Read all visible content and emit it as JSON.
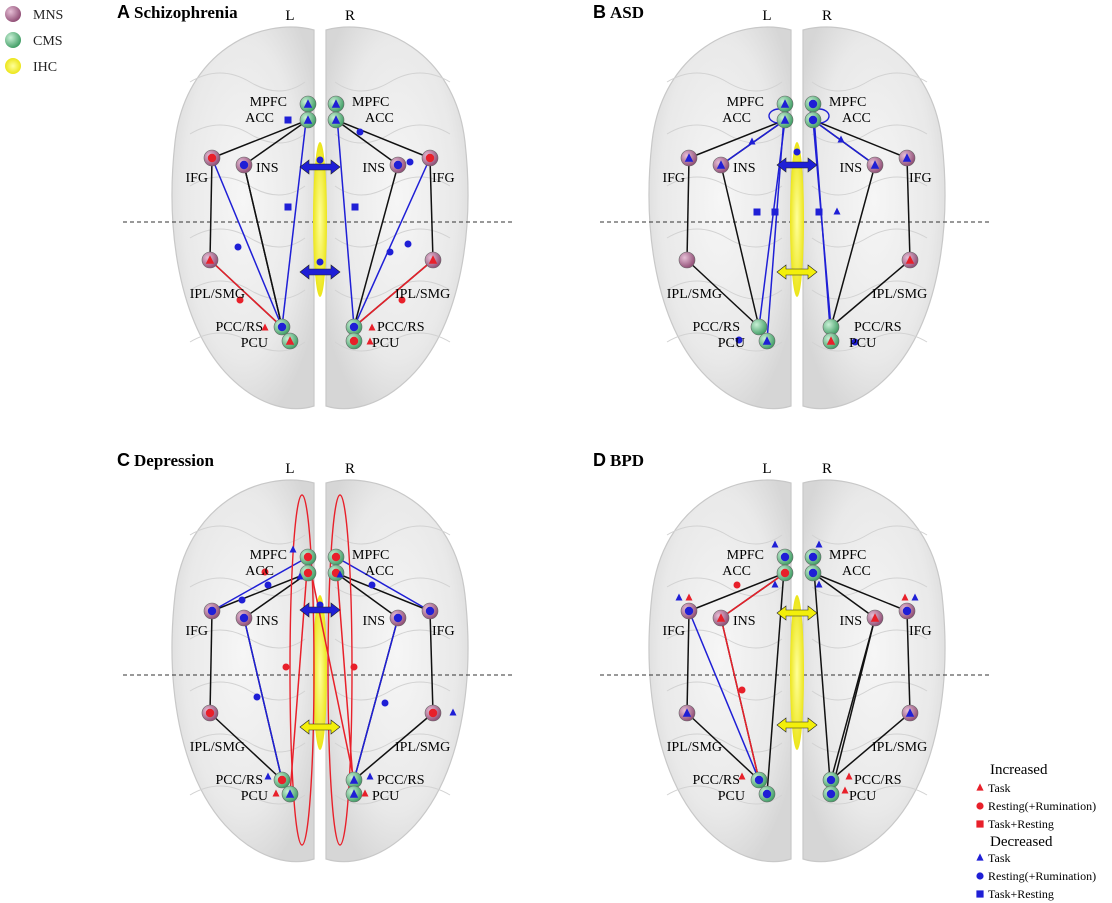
{
  "legend_top": [
    {
      "label": "MNS",
      "color": "#a8608a"
    },
    {
      "label": "CMS",
      "color": "#6fc38f"
    },
    {
      "label": "IHC",
      "color": "#f3ef0a"
    }
  ],
  "colors": {
    "mns": "#a8608a",
    "cms": "#6fc38f",
    "ihc": "#f3ef0a",
    "increased": "#e8202a",
    "decreased": "#1f1fd6",
    "neutral": "#111111"
  },
  "hemisphere_labels": {
    "left": "L",
    "right": "R"
  },
  "regions": {
    "mpfc": "MPFC",
    "acc": "ACC",
    "ifg": "IFG",
    "ins": "INS",
    "ipl": "IPL/SMG",
    "pcc": "PCC/RS",
    "pcu": "PCU"
  },
  "panels": [
    {
      "letter": "A",
      "title": "Schizophrenia"
    },
    {
      "letter": "B",
      "title": "ASD"
    },
    {
      "letter": "C",
      "title": "Depression"
    },
    {
      "letter": "D",
      "title": "BPD"
    }
  ],
  "legend_bottom": {
    "increased_heading": "Increased",
    "decreased_heading": "Decreased",
    "increased": [
      {
        "shape": "triangle",
        "label": "Task"
      },
      {
        "shape": "circle",
        "label": "Resting(+Rumination)"
      },
      {
        "shape": "square",
        "label": "Task+Resting"
      }
    ],
    "decreased": [
      {
        "shape": "triangle",
        "label": "Task"
      },
      {
        "shape": "circle",
        "label": "Resting(+Rumination)"
      },
      {
        "shape": "square",
        "label": "Task+Resting"
      }
    ]
  }
}
